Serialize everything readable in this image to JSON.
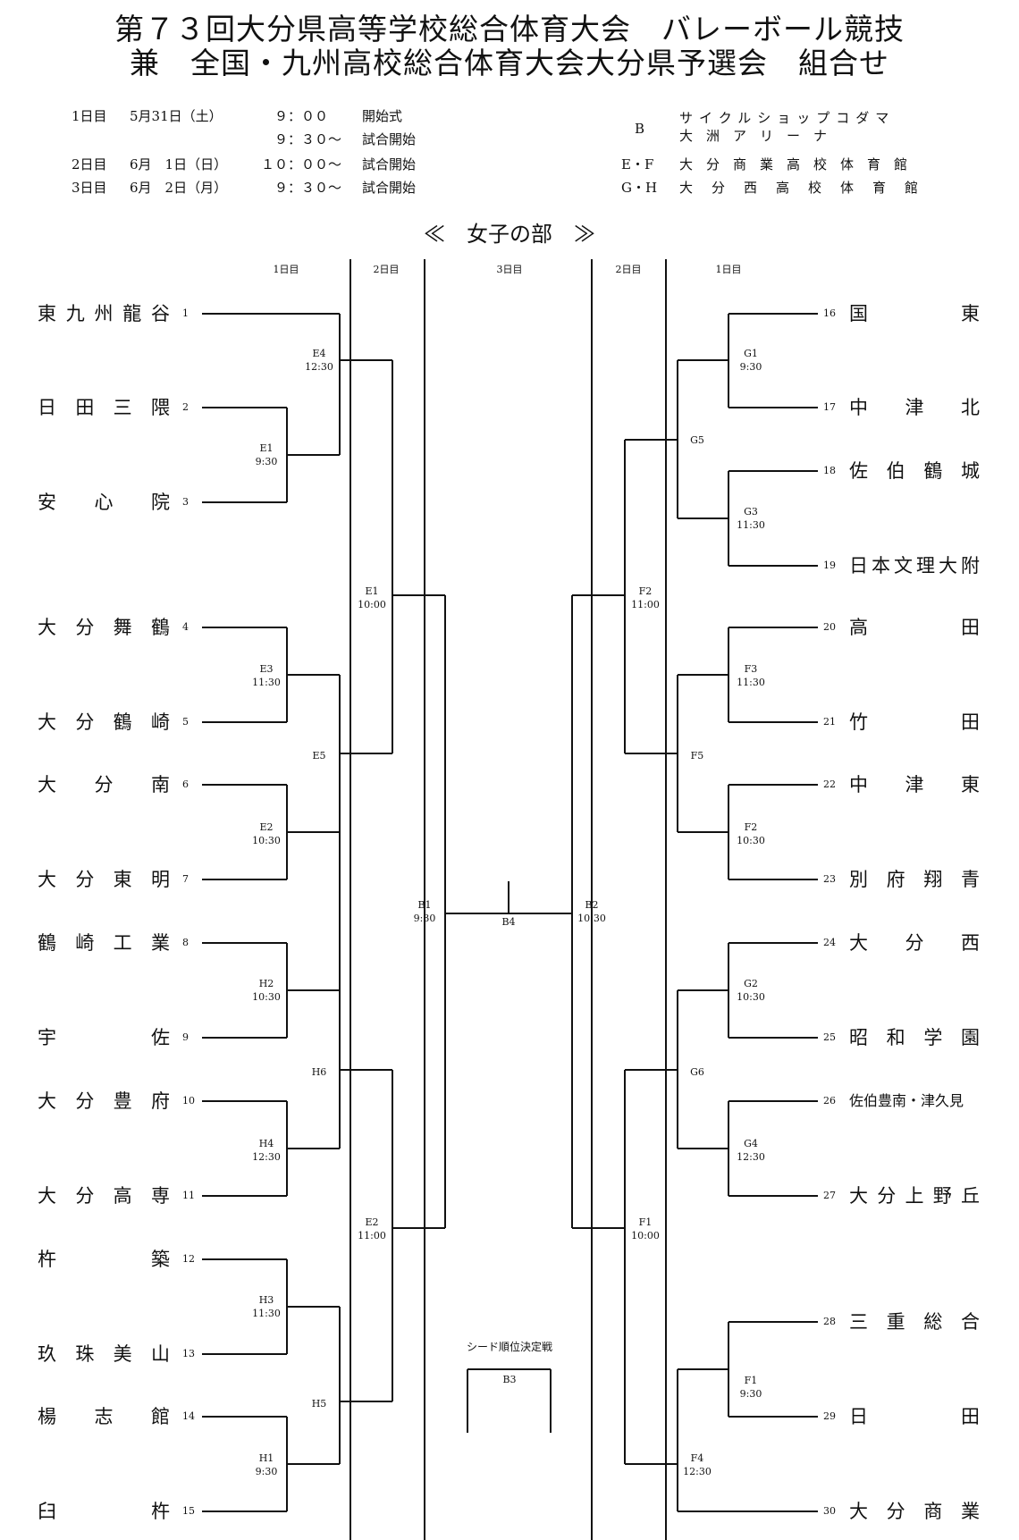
{
  "title": {
    "line1": "第７３回大分県高等学校総合体育大会　バレーボール競技",
    "line2": "兼　全国・九州高校総合体育大会大分県予選会　組合せ"
  },
  "schedule": [
    {
      "day": "1日目",
      "date": "5月31日（土）",
      "time": "　９：００",
      "event": "開始式"
    },
    {
      "day": "",
      "date": "",
      "time": "　９：３０～",
      "event": "試合開始"
    },
    {
      "day": "2日目",
      "date": "6月　1日（日）",
      "time": "１０：００～",
      "event": "試合開始"
    },
    {
      "day": "3日目",
      "date": "6月　2日（月）",
      "time": "　９：３０～",
      "event": "試合開始"
    }
  ],
  "venues": [
    {
      "code": "B",
      "name1": "サイクルショップコダマ",
      "name2": "大　洲　ア　リ　ー　ナ"
    },
    {
      "code": "E・F",
      "name1": "大分商業高校体育館"
    },
    {
      "code": "G・H",
      "name1": "大分西高校体育館"
    }
  ],
  "division": "≪　女子の部　≫",
  "day_headers": {
    "d1": "1日目",
    "d2": "2日目",
    "d3": "3日目"
  },
  "teams_left": [
    {
      "num": "1",
      "name": "東九州龍谷"
    },
    {
      "num": "2",
      "name": "日田三隈"
    },
    {
      "num": "3",
      "name": "安心院"
    },
    {
      "num": "4",
      "name": "大分舞鶴"
    },
    {
      "num": "5",
      "name": "大分鶴崎"
    },
    {
      "num": "6",
      "name": "大分南"
    },
    {
      "num": "7",
      "name": "大分東明"
    },
    {
      "num": "8",
      "name": "鶴崎工業"
    },
    {
      "num": "9",
      "name": "宇佐"
    },
    {
      "num": "10",
      "name": "大分豊府"
    },
    {
      "num": "11",
      "name": "大分高専"
    },
    {
      "num": "12",
      "name": "杵築"
    },
    {
      "num": "13",
      "name": "玖珠美山"
    },
    {
      "num": "14",
      "name": "楊志館"
    },
    {
      "num": "15",
      "name": "臼杵"
    }
  ],
  "teams_right": [
    {
      "num": "16",
      "name": "国東"
    },
    {
      "num": "17",
      "name": "中津北"
    },
    {
      "num": "18",
      "name": "佐伯鶴城"
    },
    {
      "num": "19",
      "name": "日本文理大附"
    },
    {
      "num": "20",
      "name": "高田"
    },
    {
      "num": "21",
      "name": "竹田"
    },
    {
      "num": "22",
      "name": "中津東"
    },
    {
      "num": "23",
      "name": "別府翔青"
    },
    {
      "num": "24",
      "name": "大分西"
    },
    {
      "num": "25",
      "name": "昭和学園"
    },
    {
      "num": "26",
      "name": "佐伯豊南・津久見"
    },
    {
      "num": "27",
      "name": "大分上野丘"
    },
    {
      "num": "28",
      "name": "三重総合"
    },
    {
      "num": "29",
      "name": "日田"
    },
    {
      "num": "30",
      "name": "大分商業"
    }
  ],
  "matches": {
    "E4": "E4\n12:30",
    "E1a": "E1\n9:30",
    "E1b": "E1\n10:00",
    "E3": "E3\n11:30",
    "E5": "E5",
    "E2a": "E2\n10:30",
    "H2": "H2\n10:30",
    "H6": "H6",
    "H4": "H4\n12:30",
    "E2b": "E2\n11:00",
    "H3": "H3\n11:30",
    "H5": "H5",
    "H1": "H1\n9:30",
    "B1": "B1\n9:30",
    "B4": "B4",
    "B2": "B2\n10:30",
    "B3": "B3",
    "G1": "G1\n9:30",
    "G5": "G5",
    "G3": "G3\n11:30",
    "F2a": "F2\n11:00",
    "F3": "F3\n11:30",
    "F5": "F5",
    "F2b": "F2\n10:30",
    "G2": "G2\n10:30",
    "G6": "G6",
    "G4": "G4\n12:30",
    "F1a": "F1\n10:00",
    "F1b": "F1\n9:30",
    "F4": "F4\n12:30"
  },
  "seed_playoff": "シード順位決定戦"
}
